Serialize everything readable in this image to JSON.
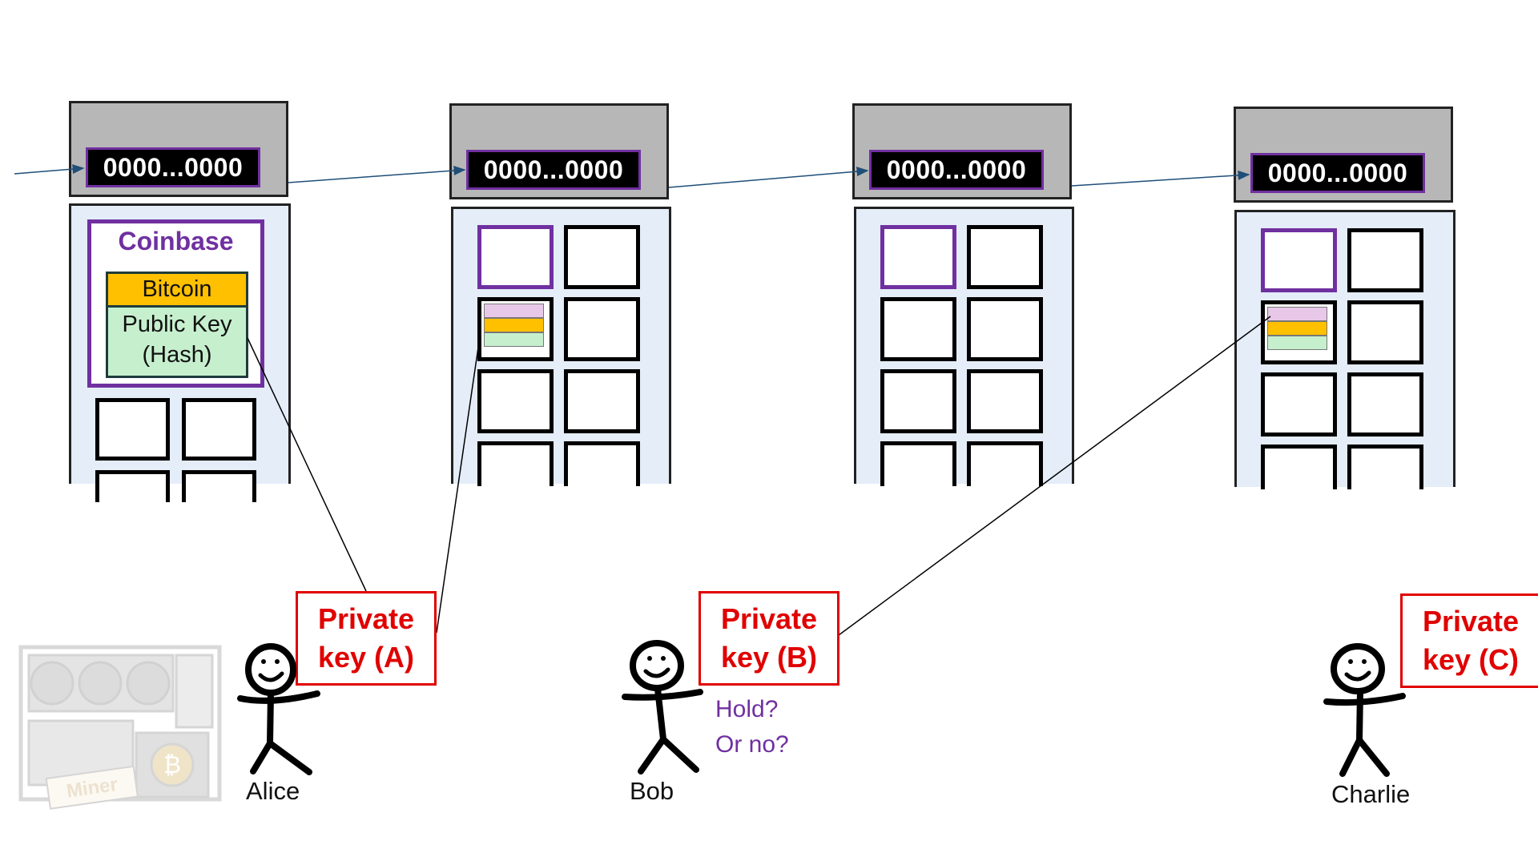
{
  "blocks": [
    {
      "hash": "0000...0000"
    },
    {
      "hash": "0000...0000"
    },
    {
      "hash": "0000...0000"
    },
    {
      "hash": "0000...0000"
    }
  ],
  "coinbase": {
    "title": "Coinbase",
    "bitcoin_label": "Bitcoin",
    "public_key_line1": "Public Key",
    "public_key_line2": "(Hash)"
  },
  "people": [
    {
      "name": "Alice",
      "key_line1": "Private",
      "key_line2": "key (A)"
    },
    {
      "name": "Bob",
      "key_line1": "Private",
      "key_line2": "key (B)"
    },
    {
      "name": "Charlie",
      "key_line1": "Private",
      "key_line2": "key (C)"
    }
  ],
  "bob_question": {
    "line1": "Hold?",
    "line2": "Or no?"
  },
  "miner_label": "Miner",
  "colors": {
    "header_gray": "#b7b7b7",
    "block_body": "#e4edf8",
    "coinbase_purple": "#7030a0",
    "bitcoin_gold": "#ffc000",
    "pubkey_green": "#c6efce",
    "input_pink": "#e8c8e8",
    "private_key_red": "#e00000",
    "link_blue": "#1f4e79"
  }
}
